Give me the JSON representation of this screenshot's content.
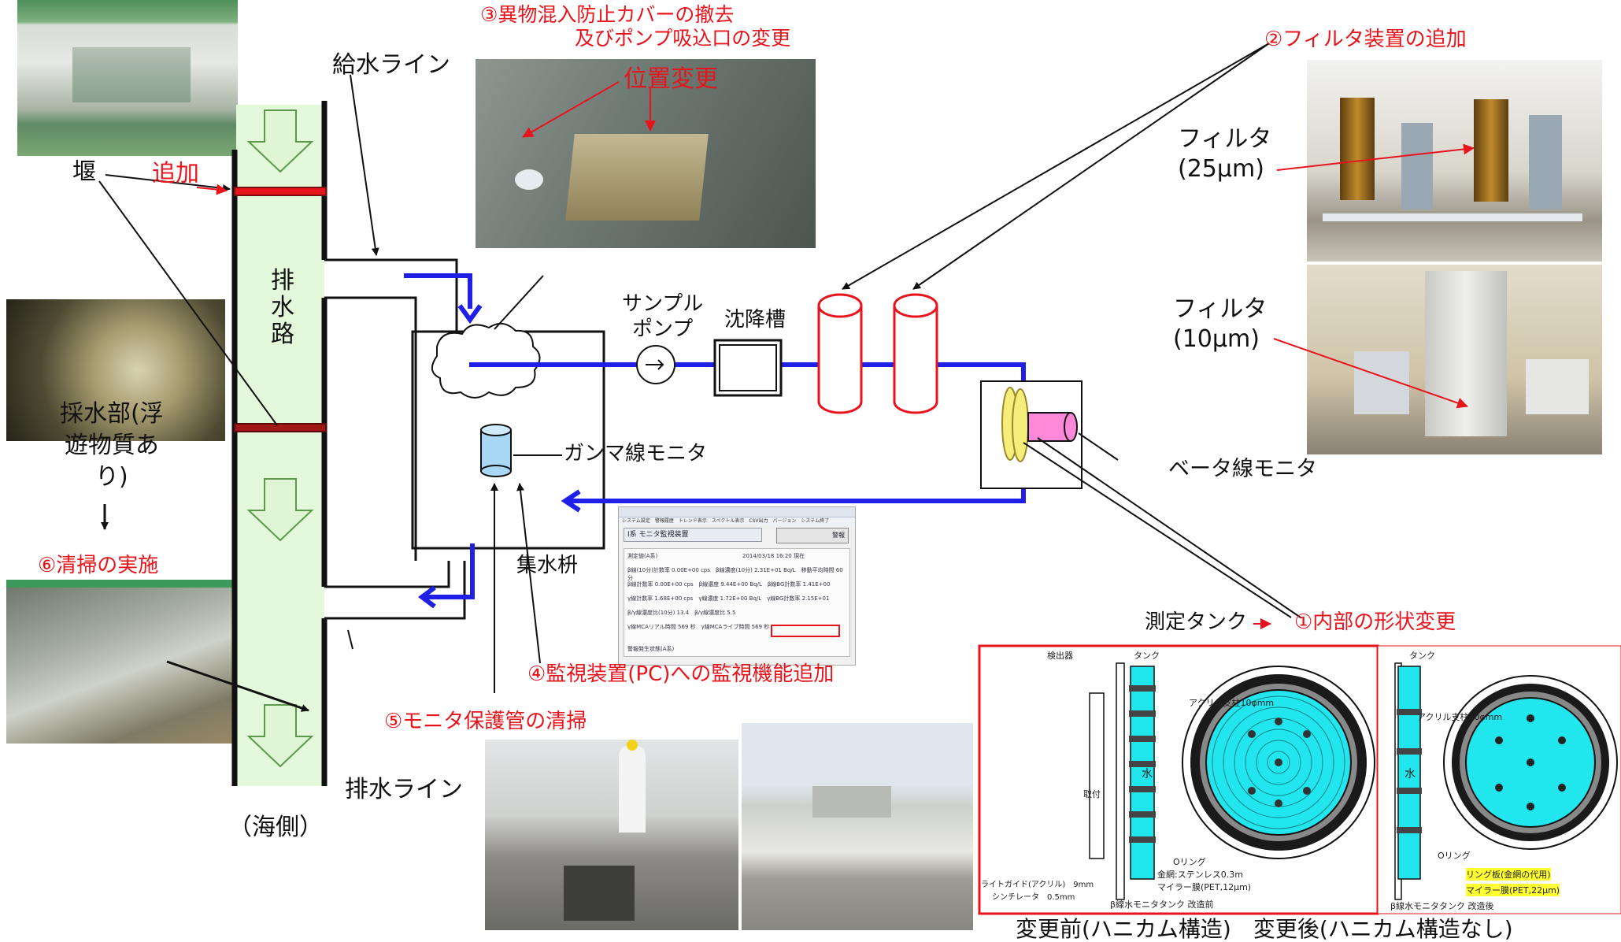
{
  "labels": {
    "seki": "堰",
    "tsuika": "追加",
    "kyusui_line": "給水ライン",
    "haisui_ro": [
      "排",
      "水",
      "路"
    ],
    "saisuibu": [
      "採水部(浮",
      "遊物質あ",
      "り)"
    ],
    "seisou": "⑥清掃の実施",
    "kaigawa": "（海側）",
    "haisui_line": "排水ライン",
    "igai_cover": [
      "③異物混入防止カバーの撤去",
      "及びポンプ吸込口の変更"
    ],
    "ichi_henko": "位置変更",
    "sample_pump": [
      "サンプル",
      "ポンプ"
    ],
    "chinkousou": "沈降槽",
    "gamma_monitor": "ガンマ線モニタ",
    "shusuimasu": "集水枡",
    "kanshi_souchi": "④監視装置(PC)への監視機能追加",
    "monitor_hogokan": "⑤モニタ保護管の清掃",
    "filter_add": "②フィルタ装置の追加",
    "filter_25": [
      "フィルタ",
      "(25μm)"
    ],
    "filter_10": [
      "フィルタ",
      "(10μm)"
    ],
    "beta_monitor": "ベータ線モニタ",
    "sokutei_tank": "測定タンク",
    "naibu_henko": "①内部の形状変更",
    "bottom_caption": "変更前(ハニカム構造)　変更後(ハニカム構造なし)"
  },
  "pc_screen": {
    "menu": "システム設定　警報履歴　トレンド表示　スペクトル表示　CSV出力　バージョン　システム終了",
    "title": "Ⅰ系 モニタ監視装置",
    "button": "警報",
    "section": "測定値(A系)",
    "datetime": "2014/03/18 16:20 現在",
    "rows": [
      "β線(10分)計数率  0.00E+00 cps　β線濃度(10分) 2.31E+01 Bq/L　移動平均時間 60 分",
      "β線計数率  0.00E+00 cps　β線濃度 9.44E+00 Bq/L　β線BG計数率 1.41E+00",
      "γ線計数率  1.68E+00 cps　γ線濃度 1.72E+00 Bq/L　γ線BG計数率 2.15E+01",
      "β/γ線濃度比(10分) 13.4　β/γ線濃度比 5.5",
      "γ線MCAリアル時間 569 秒　γ線MCAライブ時間 569 秒"
    ],
    "footer": "警報発生状態(A系)"
  },
  "tank_diagram": {
    "left": {
      "detector": "検出器",
      "tank": "タンク",
      "acrylic": "アクリル支柱10φmm",
      "oring": "Oリング",
      "kanaami": "金網:ステンレス0.3m",
      "mylar": "マイラー膜(PET,12μm)",
      "light_guide": "ライトガイド(アクリル)　9mm",
      "scintillator": "シンチレータ　0.5mm",
      "caption": "β線水モニタタンク 改造前",
      "mizu": "水",
      "toritsuke": "取付"
    },
    "right": {
      "tank": "タンク",
      "acrylic": "アクリル支柱10φmm",
      "oring": "Oリング",
      "ring": "リング板(金網の代用)",
      "mylar": "マイラー膜(PET,22μm)",
      "caption": "β線水モニタタンク 改造後",
      "mizu": "水"
    }
  },
  "colors": {
    "flow_blue": "#1f1fe8",
    "annotation_red": "#e8141c",
    "channel_green": "#e4f8dc",
    "tank_cyan": "#22e6ee"
  }
}
